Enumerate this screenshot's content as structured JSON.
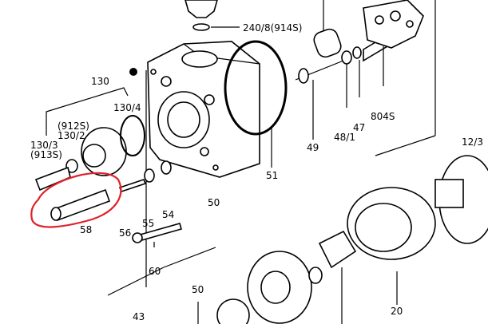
{
  "diagram": {
    "labels": {
      "l240_8": "240/8(914S)",
      "l130": "130",
      "l130_4": "130/4",
      "l912s": "(912S)",
      "l130_2": "130/2",
      "l130_3": "130/3",
      "l913s": "(913S)",
      "l50": "50",
      "l51": "51",
      "l49": "49",
      "l48_1": "48/1",
      "l47": "47",
      "l804s": "804S",
      "l12_3": "12/3",
      "l54": "54",
      "l55": "55",
      "l56": "56",
      "l58": "58",
      "l60": "60",
      "l20": "20",
      "l50b": "50",
      "l43": "43"
    },
    "highlight_color": "#e0202a"
  }
}
